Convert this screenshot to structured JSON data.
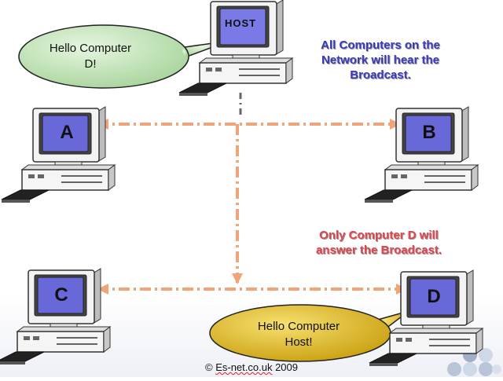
{
  "host": {
    "label": "HOST",
    "speech": "Hello Computer D!"
  },
  "computers": [
    {
      "id": "a",
      "label": "A"
    },
    {
      "id": "b",
      "label": "B"
    },
    {
      "id": "c",
      "label": "C"
    },
    {
      "id": "d",
      "label": "D",
      "speech": "Hello Computer Host!"
    }
  ],
  "captions": {
    "broadcast": "All Computers on the Network will hear the Broadcast.",
    "reply": "Only Computer D will answer the Broadcast."
  },
  "copyright": {
    "prefix": "© ",
    "site": "Es-net.co.uk",
    "year": " 2009"
  },
  "colors": {
    "screen_blue": "#6868d8",
    "host_screen": "#7a7ae6",
    "monitor_body": "#f3f3f3",
    "line_dash": "#f0a47a",
    "host_bubble": "#c9e8c0",
    "reply_bubble": "#e8c418",
    "caption_blue": "#3a3ab8",
    "caption_red": "#e0444c"
  }
}
